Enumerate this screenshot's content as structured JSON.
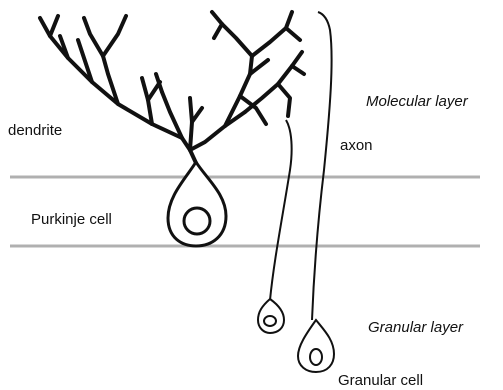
{
  "labels": {
    "molecular_layer": "Molecular layer",
    "dendrite": "dendrite",
    "axon": "axon",
    "purkinje_cell": "Purkinje cell",
    "granular_layer": "Granular layer",
    "granular_cell": "Granular cell"
  },
  "colors": {
    "stroke": "#111111",
    "layer_line": "#b0b0b0",
    "background": "#ffffff"
  }
}
